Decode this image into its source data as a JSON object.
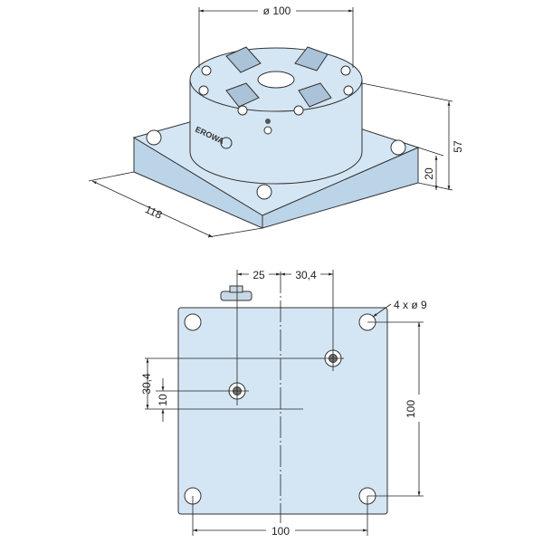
{
  "isometric_view": {
    "dim_diameter": "ø 100",
    "dim_length": "118",
    "dim_height_total": "57",
    "dim_height_base": "20",
    "brand_logo": "EROWA"
  },
  "bottom_view": {
    "dim_offset_x1": "25",
    "dim_offset_x2": "30,4",
    "dim_offset_y1": "30,4",
    "dim_offset_y2": "10",
    "dim_hole_note": "4 x ø 9",
    "dim_width": "100",
    "dim_height": "100"
  },
  "colors": {
    "part_fill": "#d4e6f4",
    "line": "#222222"
  }
}
